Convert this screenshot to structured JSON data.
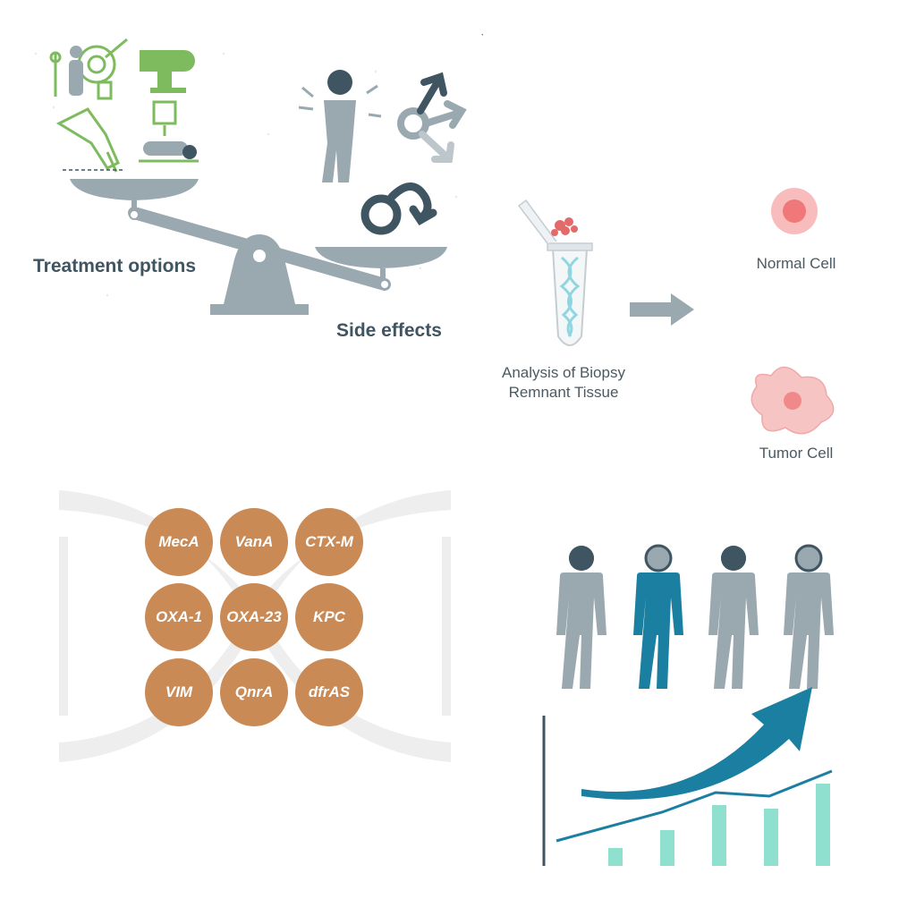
{
  "balance": {
    "left_label": "Treatment options",
    "right_label": "Side effects"
  },
  "biopsy": {
    "caption_line1": "Analysis of Biopsy",
    "caption_line2": "Remnant Tissue",
    "normal_cell_label": "Normal Cell",
    "tumor_cell_label": "Tumor Cell"
  },
  "resistance_genes": {
    "genes": [
      "MecA",
      "VanA",
      "CTX-M",
      "OXA-1",
      "OXA-23",
      "KPC",
      "VIM",
      "QnrA",
      "dfrAS"
    ],
    "color": "#c98a56"
  },
  "population": {
    "figures": [
      "gray",
      "blue",
      "gray",
      "gray"
    ],
    "accent": "#1a7fa0",
    "bar_color": "#8fe0cf"
  },
  "colors": {
    "scale_gray": "#9aa8b0",
    "icon_green": "#7dbb5e",
    "dark": "#3f5561",
    "normal_cell": "#f08a8a",
    "tumor_cell": "#f5b5b5"
  }
}
